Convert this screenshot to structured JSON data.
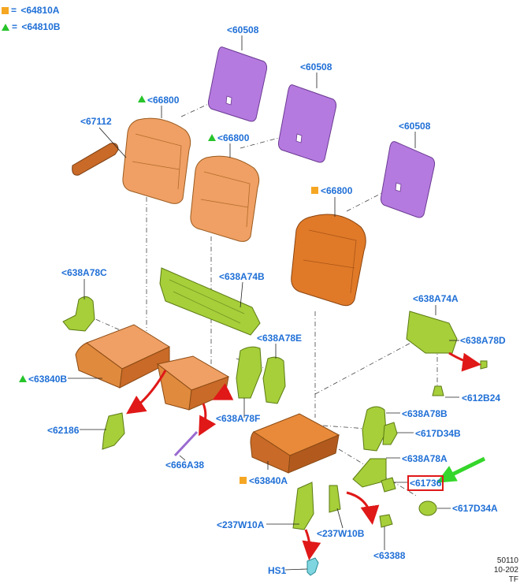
{
  "legend": [
    {
      "symbol": "square",
      "eq": "=",
      "code": "<64810A"
    },
    {
      "symbol": "triangle",
      "eq": "=",
      "code": "<64810B"
    }
  ],
  "callouts": {
    "c60508_a": "<60508",
    "c60508_b": "<60508",
    "c60508_c": "<60508",
    "c66800_a": "<66800",
    "c66800_b": "<66800",
    "c66800_c": "<66800",
    "c67112": "<67112",
    "c638A78C": "<638A78C",
    "c638A74B": "<638A74B",
    "c638A74A": "<638A74A",
    "c638A78E": "<638A78E",
    "c638A78D": "<638A78D",
    "c63840B": "<63840B",
    "c612B24": "<612B24",
    "c638A78F": "<638A78F",
    "c638A78B": "<638A78B",
    "c62186": "<62186",
    "c617D34B": "<617D34B",
    "c666A38": "<666A38",
    "c638A78A": "<638A78A",
    "c63840A": "<63840A",
    "c61736": "<61736",
    "c617D34A": "<617D34A",
    "c237W10A": "<237W10A",
    "c237W10B": "<237W10B",
    "c63388": "<63388",
    "cHS1": "HS1"
  },
  "stamp": {
    "line1": "50110",
    "line2": "10-202",
    "line3": "TF"
  },
  "colors": {
    "callout": "#1f6fd6",
    "highlight_box": "#e01818",
    "arrow_red": "#e01818",
    "arrow_green": "#35d62b",
    "pad_purple": "#b57ae0",
    "seat_orange": "#e8893a",
    "bracket_green": "#a6cf3a"
  }
}
